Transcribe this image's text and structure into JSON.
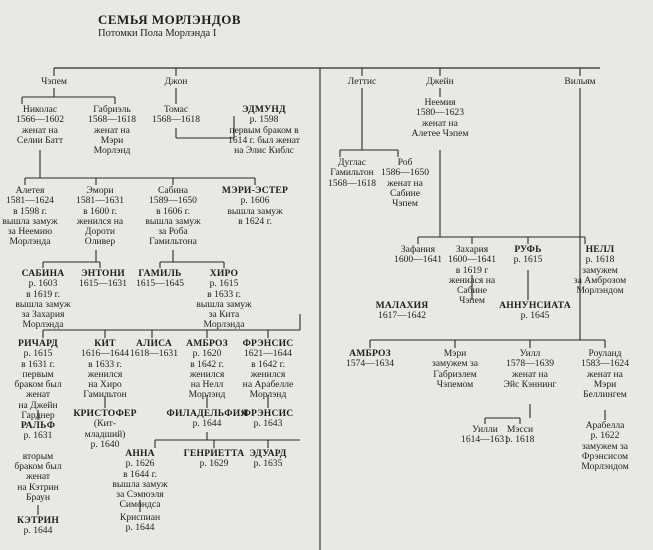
{
  "title": "СЕМЬЯ МОРЛЭНДОВ",
  "subtitle": "Потомки Пола Морлэнда I",
  "people": {
    "chepem": {
      "name": "Чэпем",
      "desc": []
    },
    "dzhon": {
      "name": "Джон",
      "desc": []
    },
    "lettis": {
      "name": "Леттис",
      "desc": []
    },
    "dzhein": {
      "name": "Джейн",
      "desc": []
    },
    "vilyam": {
      "name": "Вильям",
      "desc": []
    },
    "nikolas": {
      "name": "Николас",
      "desc": [
        "1566—1602",
        "женат на",
        "Селии Батт"
      ]
    },
    "gabriel": {
      "name": "Габриэль",
      "desc": [
        "1568—1618",
        "женат на",
        "Мэри",
        "Морлэнд"
      ]
    },
    "tomas": {
      "name": "Томас",
      "desc": [
        "1568—1618"
      ]
    },
    "edmund": {
      "name": "ЭДМУНД",
      "desc": [
        "р. 1598",
        "первым браком в",
        "1614 г. был женат",
        "на Элис Киблс"
      ]
    },
    "duglas": {
      "name": "Дуглас",
      "desc": [
        "Гамильтон",
        "1568—1618"
      ]
    },
    "rob": {
      "name": "Роб",
      "desc": [
        "1586—1650",
        "женат на",
        "Сабине",
        "Чэпем"
      ]
    },
    "neemiya": {
      "name": "Неемия",
      "desc": [
        "1580—1623",
        "женат на",
        "Алетее Чэпем"
      ]
    },
    "aleteya": {
      "name": "Алетея",
      "desc": [
        "1581—1624",
        "в 1598 г.",
        "вышла замуж",
        "за Неемию",
        "Морлэнда"
      ]
    },
    "emori": {
      "name": "Эмори",
      "desc": [
        "1581—1631",
        "в 1600 г.",
        "женился на",
        "Дороти",
        "Оливер"
      ]
    },
    "sabina1": {
      "name": "Сабина",
      "desc": [
        "1589—1650",
        "в 1606 г.",
        "вышла замуж",
        "за Роба",
        "Гамильтона"
      ]
    },
    "meri_ester": {
      "name": "МЭРИ-ЭСТЕР",
      "desc": [
        "р. 1606",
        "вышла замуж",
        "в 1624 г."
      ]
    },
    "zafaniya": {
      "name": "Зафания",
      "desc": [
        "1600—1641"
      ]
    },
    "zahariya": {
      "name": "Захария",
      "desc": [
        "1600—1641",
        "в 1619 г",
        "женился на",
        "Сабине",
        "Чэпем"
      ]
    },
    "ruf": {
      "name": "РУФЬ",
      "desc": [
        "р. 1615"
      ]
    },
    "nell": {
      "name": "НЕЛЛ",
      "desc": [
        "р. 1618",
        "замужем",
        "за Амброзом",
        "Морлэндом"
      ]
    },
    "sabina2": {
      "name": "САБИНА",
      "desc": [
        "р. 1603",
        "в 1619 г.",
        "вышла замуж",
        "за Захария",
        "Морлэнда"
      ]
    },
    "entoni": {
      "name": "ЭНТОНИ",
      "desc": [
        "1615—1631"
      ]
    },
    "gamil": {
      "name": "ГАМИЛЬ",
      "desc": [
        "1615—1645"
      ]
    },
    "hiro": {
      "name": "ХИРО",
      "desc": [
        "р. 1615",
        "в 1633 г.",
        "вышла замуж",
        "за Кита",
        "Морлэнда"
      ]
    },
    "malahiya": {
      "name": "МАЛАХИЯ",
      "desc": [
        "1617—1642"
      ]
    },
    "annunsiata": {
      "name": "АННУНСИАТА",
      "desc": [
        "р. 1645"
      ]
    },
    "richard": {
      "name": "РИЧАРД",
      "desc": [
        "р. 1615",
        "в 1631 г.",
        "первым",
        "браком был",
        "женат",
        "на Джейн",
        "Гарднер"
      ]
    },
    "kit": {
      "name": "КИТ",
      "desc": [
        "1616—1644",
        "в 1633 г.",
        "женился",
        "на Хиро",
        "Гамильтон"
      ]
    },
    "alisa": {
      "name": "АЛИСА",
      "desc": [
        "1618—1631"
      ]
    },
    "ambroz1": {
      "name": "АМБРОЗ",
      "desc": [
        "р. 1620",
        "в 1642 г.",
        "женился",
        "на Нелл",
        "Морлэнд"
      ]
    },
    "frensis1": {
      "name": "ФРЭНСИС",
      "desc": [
        "1621—1644",
        "в 1642 г.",
        "женился",
        "на Арабелле",
        "Морлэнд"
      ]
    },
    "ambroz2": {
      "name": "АМБРОЗ",
      "desc": [
        "1574—1634"
      ]
    },
    "meri2": {
      "name": "Мэри",
      "desc": [
        "замужем за",
        "Габриэлем",
        "Чэпемом"
      ]
    },
    "uill": {
      "name": "Уилл",
      "desc": [
        "1578—1639",
        "женат на",
        "Эйс Кэннинг"
      ]
    },
    "roulend": {
      "name": "Роуланд",
      "desc": [
        "1583—1624",
        "женат на",
        "Мэри",
        "Беллингем"
      ]
    },
    "kristofer": {
      "name": "КРИСТОФЕР",
      "desc": [
        "(Кит-",
        "младший)",
        "р. 1640"
      ]
    },
    "ralf": {
      "name": "РАЛЬФ",
      "desc": [
        "р. 1631",
        "",
        "вторым",
        "браком был",
        "женат",
        "на Кэтрин",
        "Браун"
      ]
    },
    "filadelfiya": {
      "name": "ФИЛАДЕЛЬФИЯ",
      "desc": [
        "р. 1644"
      ]
    },
    "frensis2": {
      "name": "ФРЭНСИС",
      "desc": [
        "р. 1643"
      ]
    },
    "uilli": {
      "name": "Уилли",
      "desc": [
        "1614—1631"
      ]
    },
    "messi": {
      "name": "Мэсси",
      "desc": [
        "р. 1618"
      ]
    },
    "arabella": {
      "name": "Арабелла",
      "desc": [
        "р. 1622",
        "замужем за",
        "Фрэнсисом",
        "Морлэндом"
      ]
    },
    "anna": {
      "name": "АННА",
      "desc": [
        "р. 1626",
        "в 1644 г.",
        "вышла замуж",
        "за Сэмюэля",
        "Симондса"
      ]
    },
    "genrietta": {
      "name": "ГЕНРИЕТТА",
      "desc": [
        "р. 1629"
      ]
    },
    "eduard": {
      "name": "ЭДУАРД",
      "desc": [
        "р. 1635"
      ]
    },
    "krispian": {
      "name": "Криспиан",
      "desc": [
        "р. 1644"
      ]
    },
    "ketrin": {
      "name": "КЭТРИН",
      "desc": [
        "р. 1644"
      ]
    }
  }
}
